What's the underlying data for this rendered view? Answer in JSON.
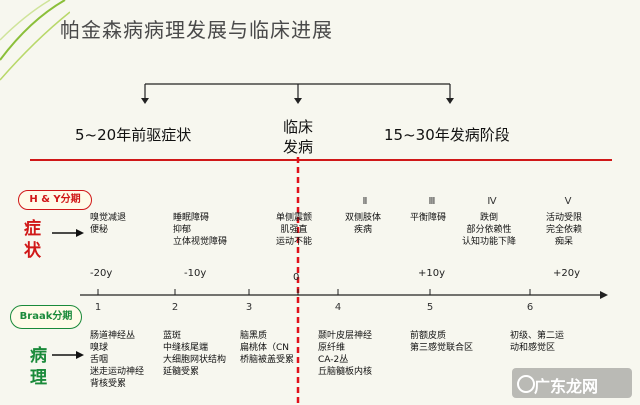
{
  "title": "帕金森病病理发展与临床进展",
  "phases": {
    "prodromal": "5~20年前驱症状",
    "onset_line1": "临床",
    "onset_line2": "发病",
    "disease": "15~30年发病阶段"
  },
  "hy": {
    "badge": "H & Y分期",
    "side_1": "症",
    "side_2": "状",
    "stages": [
      "Ⅱ",
      "Ⅲ",
      "Ⅳ",
      "Ⅴ"
    ],
    "cols": [
      [
        "嗅觉减退",
        "便秘"
      ],
      [
        "睡眠障碍",
        "抑郁",
        "立体视觉障碍"
      ],
      [
        "单侧震颤",
        "肌强直",
        "运动不能"
      ],
      [
        "双侧肢体",
        "疾病"
      ],
      [
        "平衡障碍"
      ],
      [
        "跌倒",
        "部分依赖性",
        "认知功能下降"
      ],
      [
        "活动受限",
        "完全依赖",
        "痴呆"
      ]
    ]
  },
  "timeline": {
    "ticks": [
      "-20y",
      "-10y",
      "0",
      "+10y",
      "+20y"
    ]
  },
  "braak": {
    "badge": "Braak分期",
    "side_1": "病",
    "side_2": "理",
    "stages": [
      "1",
      "2",
      "3",
      "4",
      "5",
      "6"
    ],
    "cols": [
      [
        "肠道神经丛",
        "嗅球",
        "舌咽",
        "迷走运动神经",
        "背核受累"
      ],
      [
        "蓝斑",
        "中缝核尾端",
        "大细胞网状结构",
        "延髓受累"
      ],
      [
        "脑黑质",
        "扁桃体（CN",
        "桥脑被盖受累"
      ],
      [
        "颞叶皮层神经",
        "原纤维",
        "CA-2丛",
        "丘脑髓板内核"
      ],
      [
        "前额皮质",
        "第三感觉联合区"
      ],
      [
        "初级、第二运",
        "动和感觉区"
      ]
    ]
  },
  "watermark": "广东龙网",
  "colors": {
    "background": "#f7f7ef",
    "red": "#d01818",
    "green": "#1a8a3a",
    "dash": "#e0101a"
  }
}
